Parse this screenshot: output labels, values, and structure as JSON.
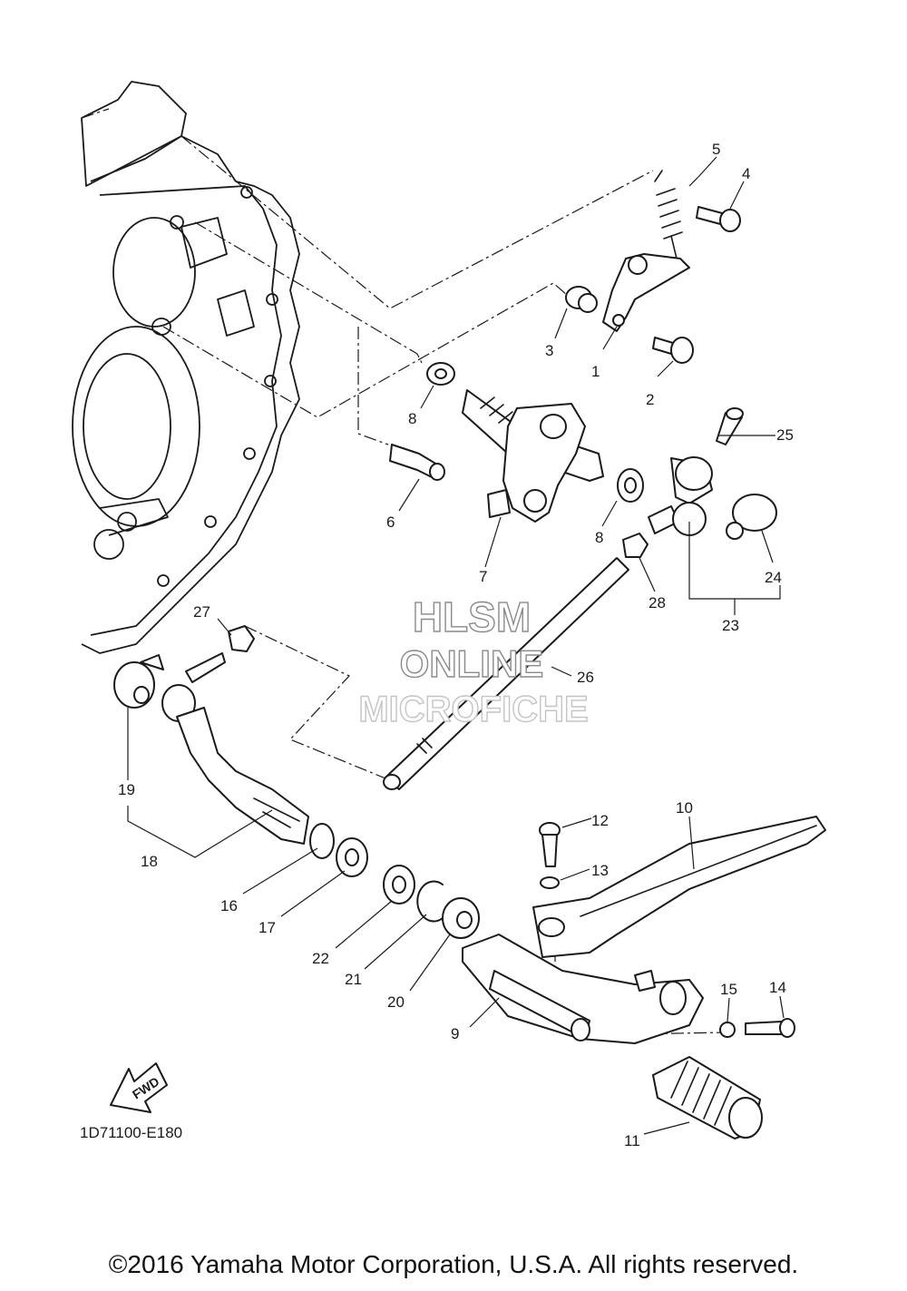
{
  "callouts": [
    {
      "n": "1"
    },
    {
      "n": "2"
    },
    {
      "n": "3"
    },
    {
      "n": "4"
    },
    {
      "n": "5"
    },
    {
      "n": "6"
    },
    {
      "n": "7"
    },
    {
      "n": "8"
    },
    {
      "n": "8"
    },
    {
      "n": "9"
    },
    {
      "n": "10"
    },
    {
      "n": "11"
    },
    {
      "n": "12"
    },
    {
      "n": "13"
    },
    {
      "n": "14"
    },
    {
      "n": "15"
    },
    {
      "n": "16"
    },
    {
      "n": "17"
    },
    {
      "n": "18"
    },
    {
      "n": "19"
    },
    {
      "n": "20"
    },
    {
      "n": "21"
    },
    {
      "n": "22"
    },
    {
      "n": "23"
    },
    {
      "n": "24"
    },
    {
      "n": "25"
    },
    {
      "n": "26"
    },
    {
      "n": "27"
    },
    {
      "n": "28"
    }
  ],
  "watermark": {
    "line1": "HLSM",
    "line2": "ONLINE",
    "line3": "MICROFICHE"
  },
  "fwd_label": "FWD",
  "reference_code": "1D71100-E180",
  "copyright": "©2016 Yamaha Motor Corporation, U.S.A. All rights reserved."
}
